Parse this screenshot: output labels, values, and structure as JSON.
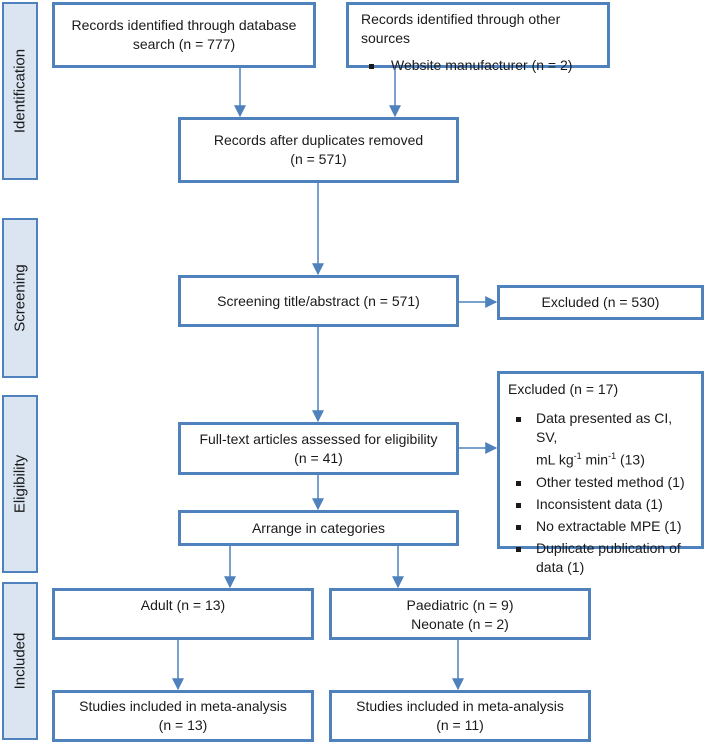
{
  "stages": [
    "Identification",
    "Screening",
    "Eligibility",
    "Included"
  ],
  "boxes": {
    "db_search": {
      "lines": [
        "Records identified through database",
        "search (n = 777)"
      ]
    },
    "other_sources": {
      "title": "Records identified through other sources",
      "items": [
        "Website manufacturer (n = 2)"
      ]
    },
    "duplicates_removed": {
      "lines": [
        "Records after duplicates removed",
        "(n = 571)"
      ]
    },
    "screening": {
      "lines": [
        "Screening title/abstract (n = 571)"
      ]
    },
    "excluded_screening": {
      "lines": [
        "Excluded (n = 530)"
      ]
    },
    "full_text": {
      "lines": [
        "Full-text articles assessed for eligibility",
        "(n = 41)"
      ]
    },
    "excluded_full_text": {
      "title": "Excluded (n = 17)",
      "item_1_parts": [
        "Data presented as CI, SV,",
        "mL kg",
        "-1",
        " min",
        "-1",
        " (13)"
      ],
      "items": [
        "Other tested method (1)",
        "Inconsistent data (1)",
        "No extractable MPE (1)"
      ],
      "item_last_lines": [
        "Duplicate publication of",
        "data (1)"
      ]
    },
    "categories": {
      "lines": [
        "Arrange in categories"
      ]
    },
    "adult": {
      "lines": [
        "Adult (n = 13)"
      ]
    },
    "paediatric": {
      "lines": [
        "Paediatric (n = 9)",
        "Neonate (n = 2)"
      ]
    },
    "meta_adult": {
      "lines": [
        "Studies included in meta-analysis",
        "(n = 13)"
      ]
    },
    "meta_paed": {
      "lines": [
        "Studies included in meta-analysis",
        "(n = 11)"
      ]
    }
  },
  "colors": {
    "border": "#4f81bd",
    "stage_fill": "#dbe5f1",
    "arrow": "#4f81bd"
  }
}
